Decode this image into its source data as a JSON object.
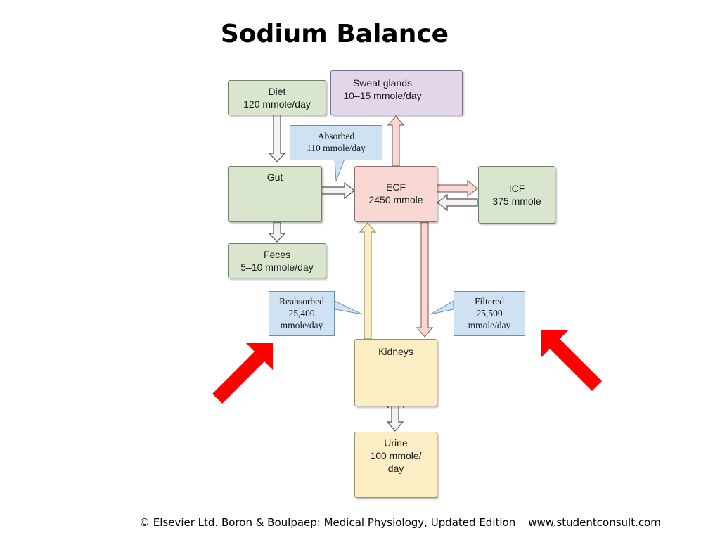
{
  "title": "Sodium Balance",
  "nodes": {
    "diet": {
      "label": "Diet",
      "value": "120 mmole/day"
    },
    "sweat": {
      "label": "Sweat glands",
      "value": "10–15 mmole/day"
    },
    "absorbed": {
      "label": "Absorbed",
      "value": "110 mmole/day"
    },
    "gut": {
      "label": "Gut"
    },
    "ecf": {
      "label": "ECF",
      "value": "2450 mmole"
    },
    "icf": {
      "label": "ICF",
      "value": "375 mmole"
    },
    "feces": {
      "label": "Feces",
      "value": "5–10 mmole/day"
    },
    "reabsorbed": {
      "line1": "Reabsorbed",
      "line2": "25,400",
      "line3": "mmole/day"
    },
    "filtered": {
      "line1": "Filtered",
      "line2": "25,500",
      "line3": "mmole/day"
    },
    "kidneys": {
      "label": "Kidneys"
    },
    "urine": {
      "line1": "Urine",
      "line2": "100 mmole/",
      "line3": "day"
    }
  },
  "footer": {
    "copyright": "© Elsevier Ltd. Boron & Boulpaep: Medical Physiology, Updated Edition",
    "url": "www.studentconsult.com"
  },
  "colors": {
    "highlight_arrow": "#ff0000",
    "green_box": "#d9e6cd",
    "ecf_box": "#f9d7d2",
    "callout": "#cfe2f3"
  }
}
